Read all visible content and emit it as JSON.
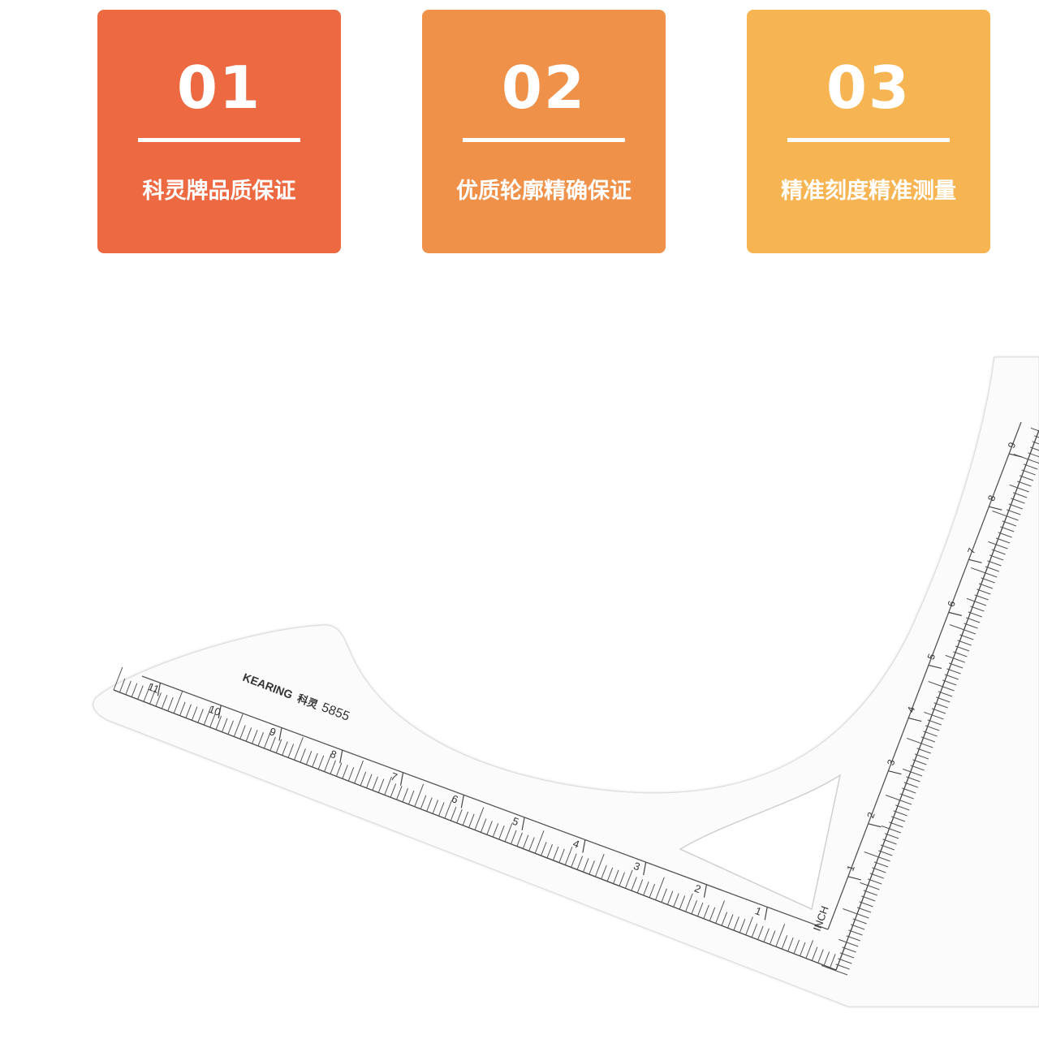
{
  "cards": [
    {
      "number": "01",
      "text": "科灵牌品质保证",
      "color": "#EC6942"
    },
    {
      "number": "02",
      "text": "优质轮廓精确保证",
      "color": "#F0914A"
    },
    {
      "number": "03",
      "text": "精准刻度精准测量",
      "color": "#F7B452"
    }
  ],
  "ruler": {
    "brand": "KEARING",
    "brand_cn": "科灵",
    "model": "5855",
    "unit_label": "INCH",
    "horizontal_numbers": [
      "1",
      "2",
      "3",
      "4",
      "5",
      "6",
      "7",
      "8",
      "9",
      "10",
      "11"
    ],
    "vertical_numbers": [
      "1",
      "2",
      "3",
      "4",
      "5",
      "6",
      "7",
      "8",
      "9"
    ]
  }
}
